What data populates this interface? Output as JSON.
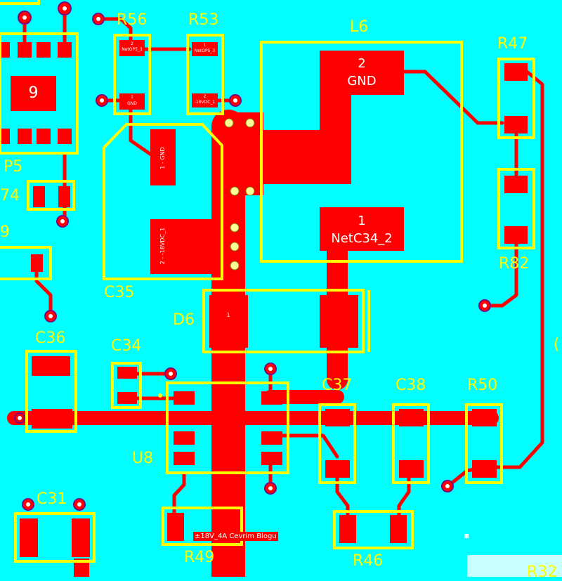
{
  "designators": {
    "r56": "R56",
    "r53": "R53",
    "l6": "L6",
    "r47": "R47",
    "r82": "R82",
    "c35": "C35",
    "d6": "D6",
    "c36": "C36",
    "c34": "C34",
    "c37": "C37",
    "c38": "C38",
    "r50": "R50",
    "u8": "U8",
    "c31": "C31",
    "r49": "R49",
    "r46": "R46",
    "r32": "R32",
    "u9": "9",
    "p5": "P5",
    "r74": "74",
    "r69": "9",
    "paren": "("
  },
  "pads": {
    "l6_pad2_num": "2",
    "l6_pad2_net": "GND",
    "l6_pad1_num": "1",
    "l6_pad1_net": "NetC34_2",
    "r56_pad2": "2",
    "r56_pad2_net": "NetOP5_3",
    "r56_pad1": "1",
    "r56_pad1_net": "GND",
    "r53_pad1": "1",
    "r53_pad1_net": "NetOP5_3",
    "r53_pad2": "2",
    "r53_pad2_net": "-18VDC_1",
    "c35_pad1": "1 - GND",
    "c35_pad2": "2 - -18VDC_1",
    "d6_pad1": "1"
  },
  "silkscreen_text": "±18V_4A Cevrim Blogu",
  "colors": {
    "background": "#00ffff",
    "copper": "#ff0000",
    "silkscreen": "#ffff00",
    "via_ring": "#800080"
  }
}
